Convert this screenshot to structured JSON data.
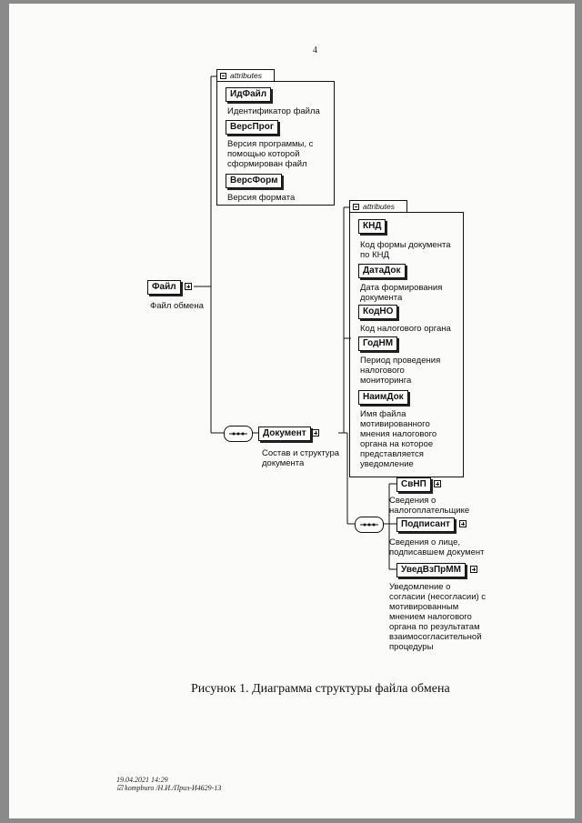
{
  "page_number": "4",
  "root": {
    "name": "Файл",
    "desc": "Файл обмена"
  },
  "file_attributes": {
    "header": "attributes",
    "items": [
      {
        "name": "ИдФайл",
        "desc": "Идентификатор файла"
      },
      {
        "name": "ВерсПрог",
        "desc": "Версия программы, с\nпомощью которой\nсформирован файл"
      },
      {
        "name": "ВерсФорм",
        "desc": "Версия формата"
      }
    ]
  },
  "document": {
    "name": "Документ",
    "desc": "Состав и структура\nдокумента"
  },
  "document_attributes": {
    "header": "attributes",
    "items": [
      {
        "name": "КНД",
        "desc": "Код формы документа\nпо КНД"
      },
      {
        "name": "ДатаДок",
        "desc": "Дата формирования\nдокумента"
      },
      {
        "name": "КодНО",
        "desc": "Код налогового органа"
      },
      {
        "name": "ГодНМ",
        "desc": "Период проведения\nналогового\nмониторинга"
      },
      {
        "name": "НаимДок",
        "desc": "Имя файла\nмотивированного\nмнения налогового\nоргана на которое\nпредставляется\nуведомление"
      }
    ]
  },
  "document_children": [
    {
      "name": "СвНП",
      "desc": "Сведения о\nналогоплательщике"
    },
    {
      "name": "Подписант",
      "desc": "Сведения о лице,\nподписавшем документ"
    },
    {
      "name": "УведВзПрММ",
      "desc": "Уведомление о\nсогласии (несогласии) с\nмотивированным\nмнением налогового\nоргана по результатам\nвзаимосогласительной\nпроцедуры"
    }
  ],
  "caption": "Рисунок 1. Диаграмма структуры файла обмена",
  "footer": {
    "line1": "19.04.2021 14:29",
    "line2": "☑ kompburo /Н.И./Приз-И4629-13"
  }
}
